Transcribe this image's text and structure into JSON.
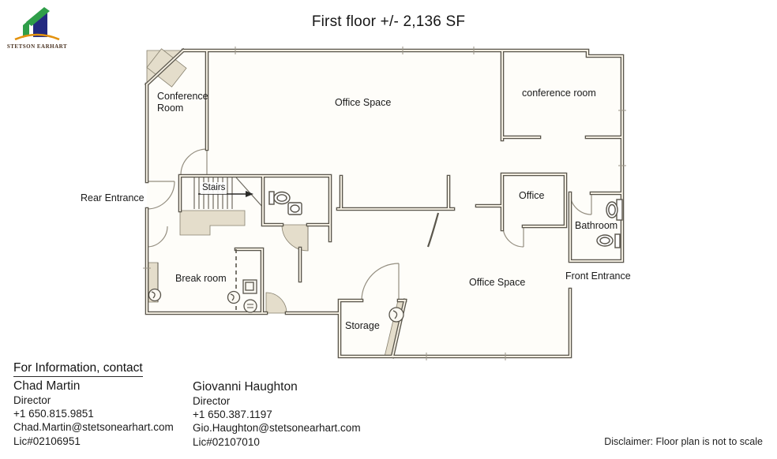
{
  "brand": {
    "name": "STETSON EARHART"
  },
  "title": "First floor +/- 2,136 SF",
  "plan": {
    "labels": {
      "conference_room": "Conference Room",
      "office_space_top": "Office Space",
      "conference_room_2": "conference room",
      "stairs": "Stairs",
      "rear_entrance": "Rear Entrance",
      "office": "Office",
      "bathroom": "Bathroom",
      "break_room": "Break room",
      "office_space_bottom": "Office Space",
      "front_entrance": "Front Entrance",
      "storage": "Storage"
    }
  },
  "contact": {
    "heading": "For Information, contact",
    "people": [
      {
        "name": "Chad Martin",
        "title": "Director",
        "phone": "+1 650.815.9851",
        "email": "Chad.Martin@stetsonearhart.com",
        "license": "Lic#02106951"
      },
      {
        "name": "Giovanni Haughton",
        "title": "Director",
        "phone": "+1 650.387.1197",
        "email": "Gio.Haughton@stetsonearhart.com",
        "license": "Lic#02107010"
      }
    ]
  },
  "disclaimer": "Disclaimer: Floor plan is not to scale",
  "colors": {
    "logo_green": "#2f9e49",
    "logo_blue": "#232a80",
    "logo_orange": "#e3920f",
    "logo_text": "#4a3322",
    "wall": "#5a564c",
    "wall_inner": "#f1ece0",
    "shade": "#e4ddcb",
    "text": "#1b1b1b"
  }
}
